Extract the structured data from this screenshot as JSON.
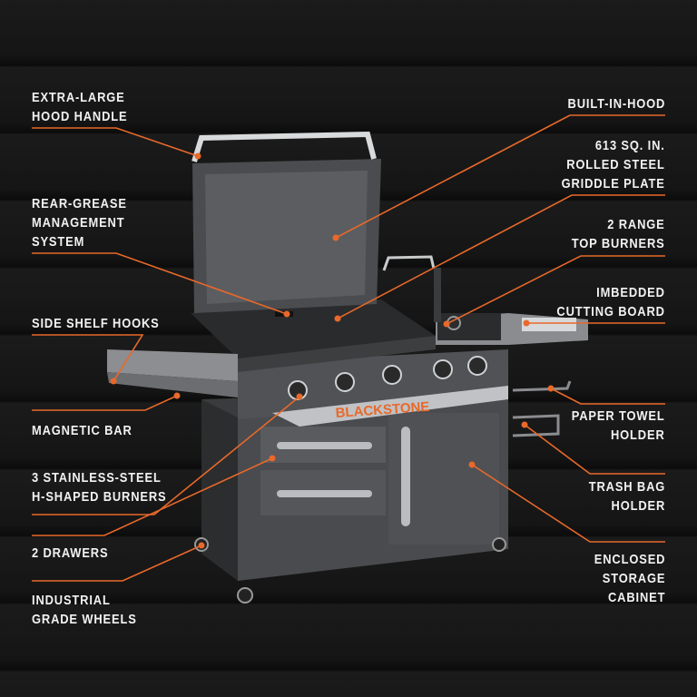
{
  "brand": {
    "logo_text": "BLACKSTONE",
    "accent": "#e8692a"
  },
  "callouts_left": [
    {
      "id": "hood-handle",
      "text": "EXTRA-LARGE\nHOOD HANDLE"
    },
    {
      "id": "rear-grease",
      "text": "REAR-GREASE\nMANAGEMENT\nSYSTEM"
    },
    {
      "id": "side-shelf-hooks",
      "text": "SIDE SHELF HOOKS"
    },
    {
      "id": "magnetic-bar",
      "text": "MAGNETIC BAR"
    },
    {
      "id": "burners",
      "text": "3 STAINLESS-STEEL\nH-SHAPED BURNERS"
    },
    {
      "id": "drawers",
      "text": "2 DRAWERS"
    },
    {
      "id": "wheels",
      "text": "INDUSTRIAL\nGRADE WHEELS"
    }
  ],
  "callouts_right": [
    {
      "id": "built-in-hood",
      "text": "BUILT-IN-HOOD"
    },
    {
      "id": "griddle-plate",
      "text": "613 SQ. IN.\nROLLED STEEL\nGRIDDLE PLATE"
    },
    {
      "id": "range-burners",
      "text": "2 RANGE\nTOP BURNERS"
    },
    {
      "id": "cutting-board",
      "text": "IMBEDDED\nCUTTING BOARD"
    },
    {
      "id": "paper-towel",
      "text": "PAPER TOWEL\nHOLDER"
    },
    {
      "id": "trash-bag",
      "text": "TRASH BAG\nHOLDER"
    },
    {
      "id": "storage",
      "text": "ENCLOSED\nSTORAGE\nCABINET"
    }
  ]
}
